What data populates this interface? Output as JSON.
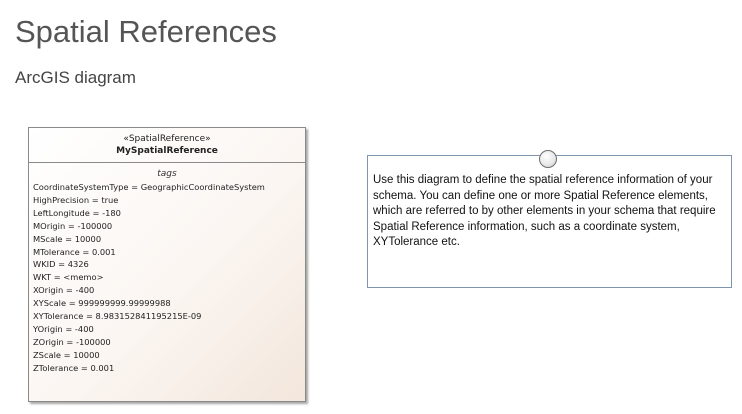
{
  "page": {
    "title": "Spatial References",
    "subtitle": "ArcGIS diagram"
  },
  "class_element": {
    "stereotype": "«SpatialReference»",
    "name": "MySpatialReference",
    "tags_header": "tags",
    "tags": [
      "CoordinateSystemType = GeographicCoordinateSystem",
      "HighPrecision = true",
      "LeftLongitude = -180",
      "MOrigin = -100000",
      "MScale = 10000",
      "MTolerance = 0.001",
      "WKID = 4326",
      "WKT = <memo>",
      "XOrigin = -400",
      "XYScale = 999999999.99999988",
      "XYTolerance = 8.983152841195215E-09",
      "YOrigin = -400",
      "ZOrigin = -100000",
      "ZScale = 10000",
      "ZTolerance = 0.001"
    ]
  },
  "note": {
    "text": "Use this diagram to define the spatial reference information of your schema.  You can define one or more Spatial Reference elements, which are referred to by other elements in your schema that require Spatial Reference information, such as a coordinate system, XYTolerance etc."
  },
  "icons": {
    "note_anchor": "circle-connector-icon"
  },
  "colors": {
    "class_fill": "#f3e6dc",
    "note_border": "#7f95ad",
    "title_text": "#555555"
  }
}
